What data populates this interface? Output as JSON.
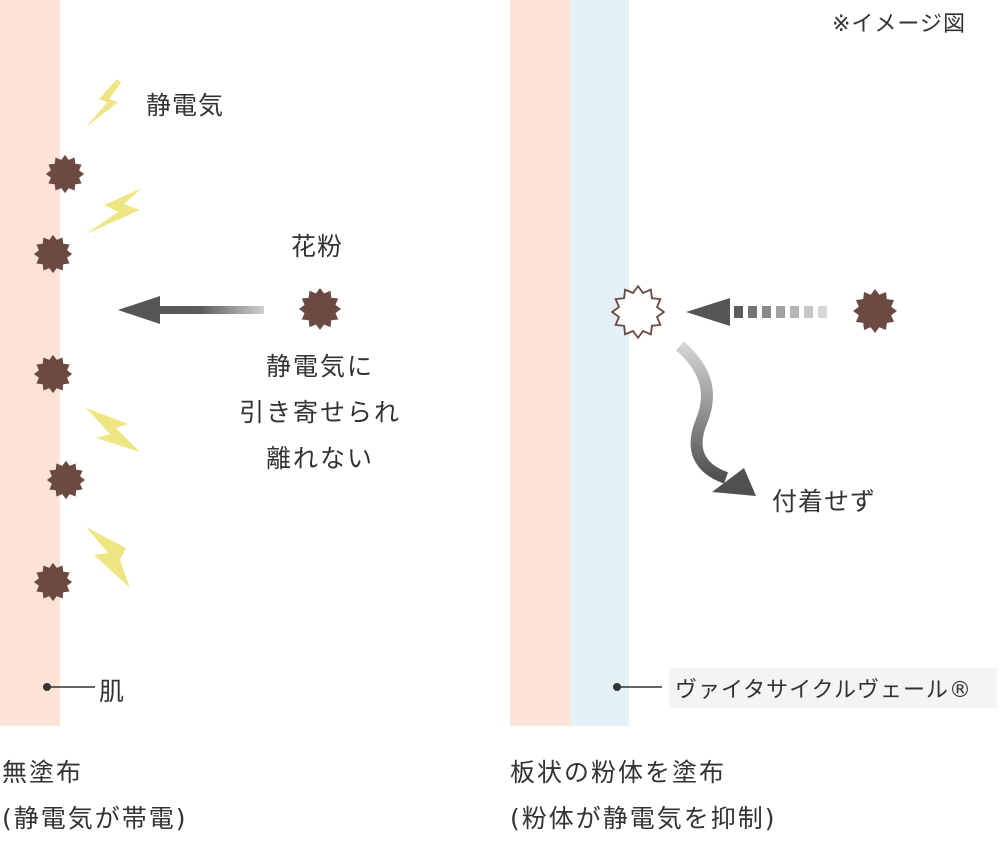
{
  "note": "※イメージ図",
  "left_panel": {
    "static_label": "静電気",
    "pollen_label": "花粉",
    "attract_lines": [
      "静電気に",
      "引き寄せられ",
      "離れない"
    ],
    "skin_label": "肌",
    "caption_lines": [
      "無塗布",
      "(静電気が帯電)"
    ]
  },
  "right_panel": {
    "result_label": "付着せず",
    "coating_label": "ヴァイタサイクルヴェール®",
    "caption_lines": [
      "板状の粉体を塗布",
      "(粉体が静電気を抑制)"
    ]
  },
  "colors": {
    "skin": "#fde2d6",
    "coating": "#e3f0f5",
    "pollen": "#6b4a42",
    "lightning": "#eee683",
    "arrow": "#555555",
    "text": "#333333"
  },
  "icons": [
    "lightning-bolt-icon",
    "pollen-star-icon",
    "arrow-left-icon",
    "dotted-arrow-left-icon",
    "curved-arrow-icon",
    "bullet-dot-icon"
  ]
}
